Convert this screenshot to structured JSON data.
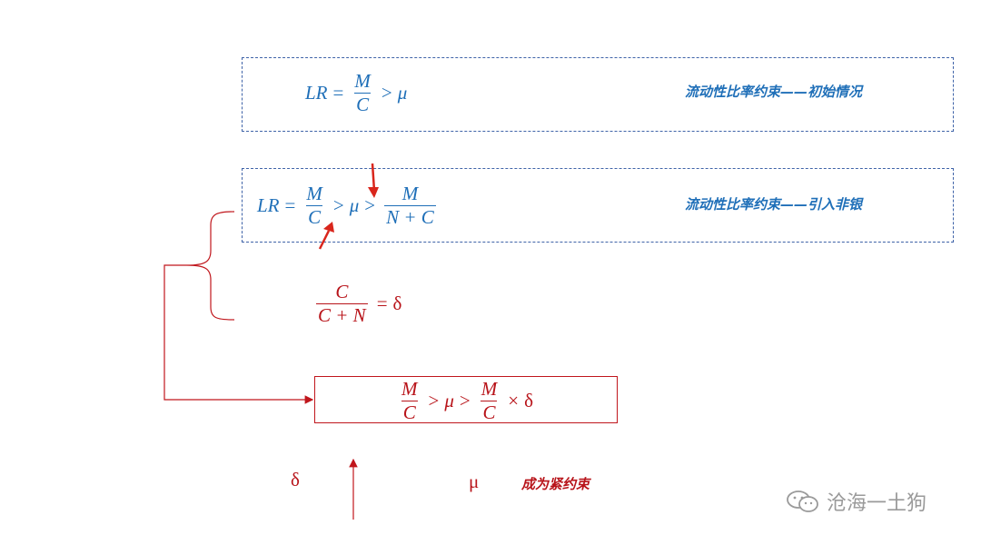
{
  "formula1": {
    "lhs": "LR",
    "eq": "=",
    "num": "M",
    "den": "C",
    "gt": ">",
    "mu": "μ",
    "note": "流动性比率约束——初始情况"
  },
  "formula2": {
    "lhs": "LR",
    "eq": "=",
    "num1": "M",
    "den1": "C",
    "gt1": ">",
    "mu": "μ",
    "gt2": ">",
    "num2": "M",
    "den2": "N + C",
    "note": "流动性比率约束——引入非银"
  },
  "formula3": {
    "num": "C",
    "den": "C + N",
    "eq": "=",
    "delta": "δ"
  },
  "formula4": {
    "num1": "M",
    "den1": "C",
    "gt1": ">",
    "mu": "μ",
    "gt2": ">",
    "num2": "M",
    "den2": "C",
    "times": "×",
    "delta": "δ"
  },
  "bottom": {
    "delta": "δ",
    "mu": "μ",
    "note": "成为紧约束"
  },
  "watermark": {
    "text": "沧海一土狗"
  },
  "colors": {
    "blue": "#1f6fb8",
    "red": "#b8141a",
    "dashed_border": "#3f63a8"
  }
}
